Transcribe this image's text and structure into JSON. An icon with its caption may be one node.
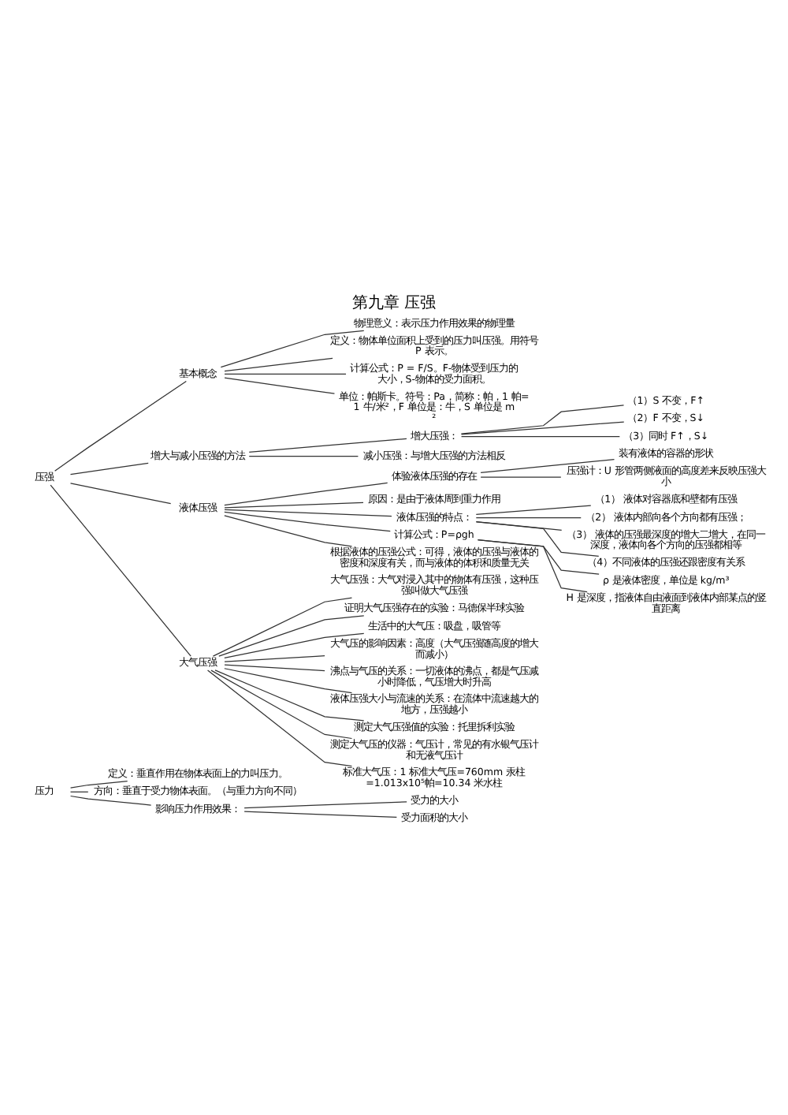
{
  "diagram": {
    "title": "第九章 压强",
    "nodes": [
      {
        "text": [
          "压力"
        ]
      },
      {
        "text": [
          "定义：垂直作用在物体表面上的力叫压力。"
        ]
      },
      {
        "text": [
          "方向：垂直于受力物体表面。（与重力方向不同）"
        ]
      },
      {
        "text": [
          "影响压力作用效果："
        ]
      },
      {
        "text": [
          "受力的大小"
        ]
      },
      {
        "text": [
          "受力面积的大小"
        ]
      },
      {
        "text": [
          "压强"
        ]
      },
      {
        "text": [
          "基本概念"
        ]
      },
      {
        "text": [
          "物理意义：表示压力作用效果的物理量"
        ]
      },
      {
        "text": [
          "定义：物体单位面积上受到的压力叫压强。用符号P 表示。"
        ]
      },
      {
        "text": [
          "计算公式：P = F/S。F-物体受到压力的大小，S-物体的受力面积。"
        ]
      },
      {
        "text": [
          "单位：帕斯卡。符号：Pa，简称：帕，1 帕=1 牛/米²，F 单位是：牛，S 单位是 m²"
        ]
      },
      {
        "text": [
          "增大与减小压强的方法"
        ]
      },
      {
        "text": [
          "增大压强："
        ]
      },
      {
        "text": [
          "（1）S 不变，F↑"
        ]
      },
      {
        "text": [
          "（2）F 不变，S↓"
        ]
      },
      {
        "text": [
          "（3）同时 F↑，S↓"
        ]
      },
      {
        "text": [
          "减小压强：与增大压强的方法相反"
        ]
      },
      {
        "text": [
          "液体压强"
        ]
      },
      {
        "text": [
          "体验液体压强的存在"
        ]
      },
      {
        "text": [
          "装有液体的容器的形状"
        ]
      },
      {
        "text": [
          "压强计：U 形管两侧液面的高度差来反映压强大小"
        ]
      },
      {
        "text": [
          "原因：是由于液体周到重力作用"
        ]
      },
      {
        "text": [
          "液体压强的特点："
        ]
      },
      {
        "text": [
          "（1） 液体对容器底和壁都有压强"
        ]
      },
      {
        "text": [
          "（2） 液体内部向各个方向都有压强；"
        ]
      },
      {
        "text": [
          "（3） 液体的压强最深度的增大二增大，在同一深度，液体向各个方向的压强都相等"
        ]
      },
      {
        "text": [
          "（4）不同液体的压强还跟密度有关系"
        ]
      },
      {
        "text": [
          "计算公式：P=ρgh"
        ]
      },
      {
        "text": [
          "ρ 是液体密度，单位是 kg/m³"
        ]
      },
      {
        "text": [
          "H 是深度，指液体自由液面到液体内部某点的竖直距离"
        ]
      },
      {
        "text": [
          "根据液体的压强公式：可得，液体的压强与液体的密度和深度有关，而与液体的体积和质量无关"
        ]
      },
      {
        "text": [
          "大气压强"
        ]
      },
      {
        "text": [
          "大气压强：大气对浸入其中的物体有压强，这种压强叫做大气压强"
        ]
      },
      {
        "text": [
          "证明大气压强存在的实验：马德保半球实验"
        ]
      },
      {
        "text": [
          "生活中的大气压：吸盘，吸管等"
        ]
      },
      {
        "text": [
          "大气压的影响因素：高度（大气压强随高度的增大而减小）"
        ]
      },
      {
        "text": [
          "沸点与气压的关系：一切液体的沸点，都是气压减小时降低，气压增大时升高"
        ]
      },
      {
        "text": [
          "液体压强大小与流速的关系：在流体中流速越大的地方，压强越小"
        ]
      },
      {
        "text": [
          "测定大气压强值的实验：托里拆利实验"
        ]
      },
      {
        "text": [
          "测定大气压的仪器：气压计，常见的有水银气压计和无液气压计"
        ]
      },
      {
        "text": [
          "标准大气压：1 标准大气压=760mm 汞柱=1.013x10⁵帕=10.34 米水柱"
        ]
      }
    ],
    "edges": [
      {
        "from": 0,
        "to": 1,
        "arrow": "none"
      },
      {
        "from": 0,
        "to": 2,
        "arrow": "none"
      },
      {
        "from": 0,
        "to": 3,
        "arrow": "none"
      },
      {
        "from": 3,
        "to": 4,
        "arrow": "none"
      },
      {
        "from": 3,
        "to": 5,
        "arrow": "none"
      },
      {
        "from": 6,
        "to": 7,
        "arrow": "none"
      },
      {
        "from": 6,
        "to": 12,
        "arrow": "none"
      },
      {
        "from": 6,
        "to": 18,
        "arrow": "none"
      },
      {
        "from": 6,
        "to": 32,
        "arrow": "none"
      },
      {
        "from": 7,
        "to": 8,
        "arrow": "none"
      },
      {
        "from": 7,
        "to": 9,
        "arrow": "none"
      },
      {
        "from": 7,
        "to": 10,
        "arrow": "none"
      },
      {
        "from": 7,
        "to": 11,
        "arrow": "none"
      },
      {
        "from": 12,
        "to": 13,
        "arrow": "none"
      },
      {
        "from": 12,
        "to": 17,
        "arrow": "none"
      },
      {
        "from": 13,
        "to": 14,
        "arrow": "none"
      },
      {
        "from": 13,
        "to": 15,
        "arrow": "none"
      },
      {
        "from": 13,
        "to": 16,
        "arrow": "none"
      },
      {
        "from": 18,
        "to": 19,
        "arrow": "none"
      },
      {
        "from": 18,
        "to": 22,
        "arrow": "none"
      },
      {
        "from": 18,
        "to": 23,
        "arrow": "none"
      },
      {
        "from": 18,
        "to": 28,
        "arrow": "none"
      },
      {
        "from": 18,
        "to": 31,
        "arrow": "none"
      },
      {
        "from": 19,
        "to": 20,
        "arrow": "none"
      },
      {
        "from": 19,
        "to": 21,
        "arrow": "none"
      },
      {
        "from": 23,
        "to": 24,
        "arrow": "none"
      },
      {
        "from": 23,
        "to": 25,
        "arrow": "none"
      },
      {
        "from": 23,
        "to": 26,
        "arrow": "none"
      },
      {
        "from": 23,
        "to": 27,
        "arrow": "none"
      },
      {
        "from": 28,
        "to": 29,
        "arrow": "none"
      },
      {
        "from": 28,
        "to": 30,
        "arrow": "none"
      },
      {
        "from": 32,
        "to": 33,
        "arrow": "none"
      },
      {
        "from": 32,
        "to": 34,
        "arrow": "none"
      },
      {
        "from": 32,
        "to": 35,
        "arrow": "none"
      },
      {
        "from": 32,
        "to": 36,
        "arrow": "none"
      },
      {
        "from": 32,
        "to": 37,
        "arrow": "none"
      },
      {
        "from": 32,
        "to": 38,
        "arrow": "none"
      },
      {
        "from": 32,
        "to": 39,
        "arrow": "none"
      },
      {
        "from": 32,
        "to": 40,
        "arrow": "none"
      },
      {
        "from": 32,
        "to": 41,
        "arrow": "none"
      }
    ]
  }
}
